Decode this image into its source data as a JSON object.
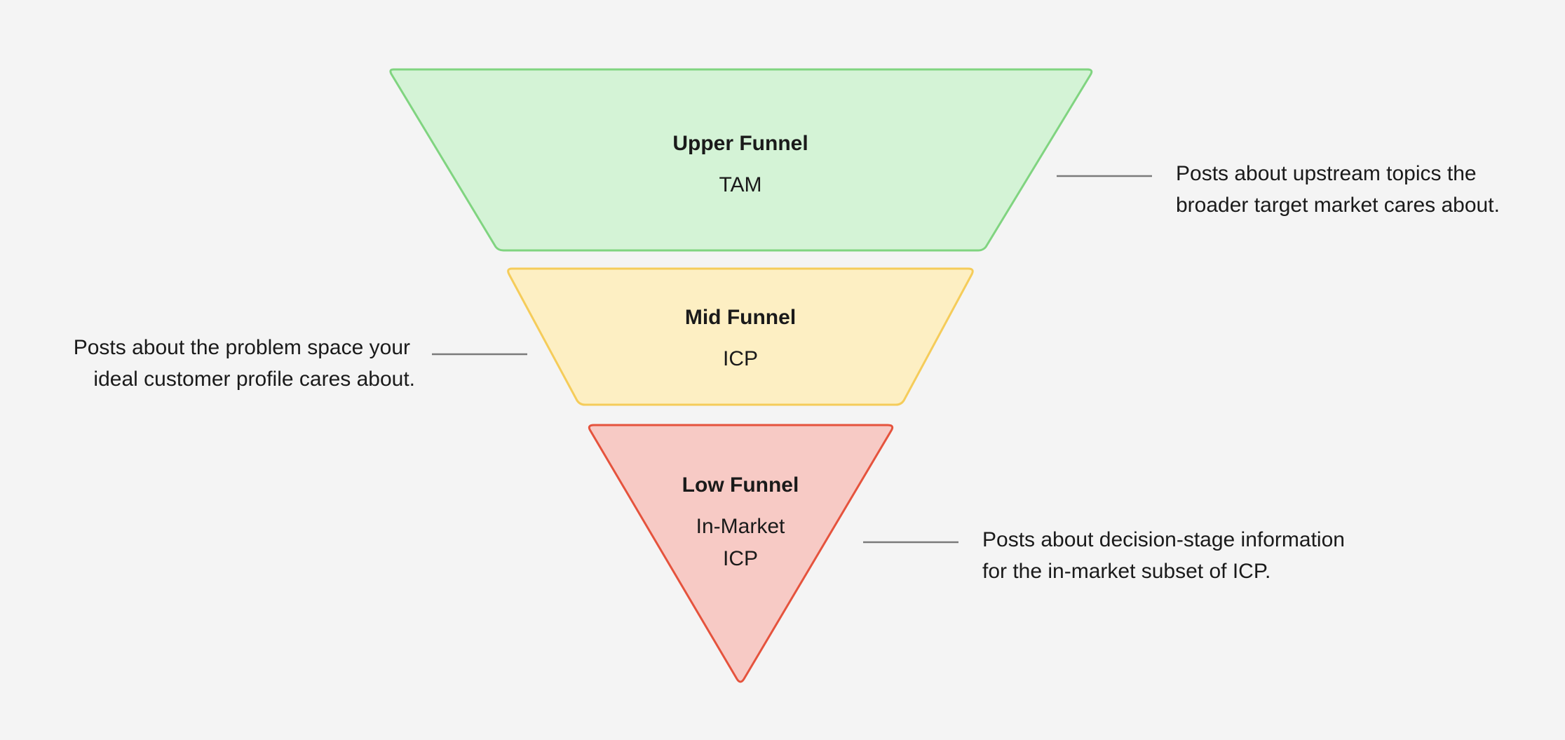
{
  "stages": [
    {
      "title": "Upper Funnel",
      "sub_lines": [
        "TAM"
      ],
      "fill": "#d4f3d6",
      "stroke": "#80d480",
      "note_lines": [
        "Posts about upstream topics the",
        "broader target market cares about."
      ]
    },
    {
      "title": "Mid Funnel",
      "sub_lines": [
        "ICP"
      ],
      "fill": "#fdefc3",
      "stroke": "#f5cc5a",
      "note_lines": [
        "Posts about the problem space your",
        "ideal customer profile cares about."
      ]
    },
    {
      "title": "Low Funnel",
      "sub_lines": [
        "In-Market",
        "ICP"
      ],
      "fill": "#f7cac5",
      "stroke": "#e5533d",
      "note_lines": [
        "Posts about decision-stage information",
        "for the in-market subset of ICP."
      ]
    }
  ]
}
